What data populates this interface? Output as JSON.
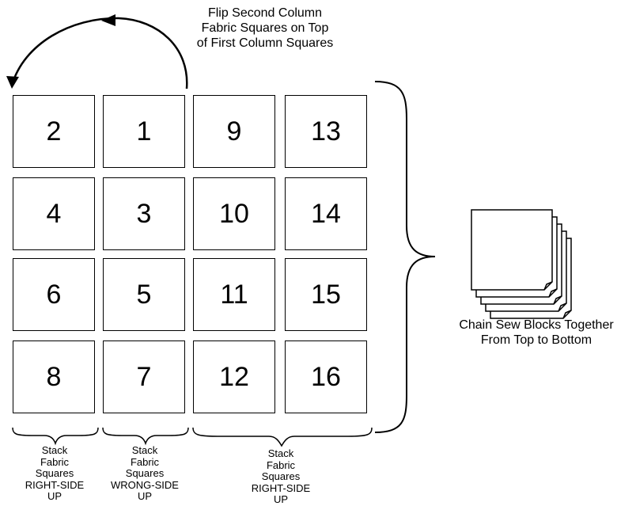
{
  "diagram": {
    "top_note": "Flip Second Column\nFabric Squares on Top\nof First Column Squares",
    "chain_note": "Chain Sew Blocks Together\nFrom Top to Bottom",
    "grid_rows": [
      [
        "2",
        "1",
        "9",
        "13"
      ],
      [
        "4",
        "3",
        "10",
        "14"
      ],
      [
        "6",
        "5",
        "11",
        "15"
      ],
      [
        "8",
        "7",
        "12",
        "16"
      ]
    ],
    "stack_labels": [
      "Stack\nFabric\nSquares\nRIGHT-SIDE\nUP",
      "Stack\nFabric\nSquares\nWRONG-SIDE\nUP",
      "Stack\nFabric\nSquares\nRIGHT-SIDE\nUP"
    ],
    "colors": {
      "line": "#000000",
      "fill": "#ffffff"
    }
  }
}
